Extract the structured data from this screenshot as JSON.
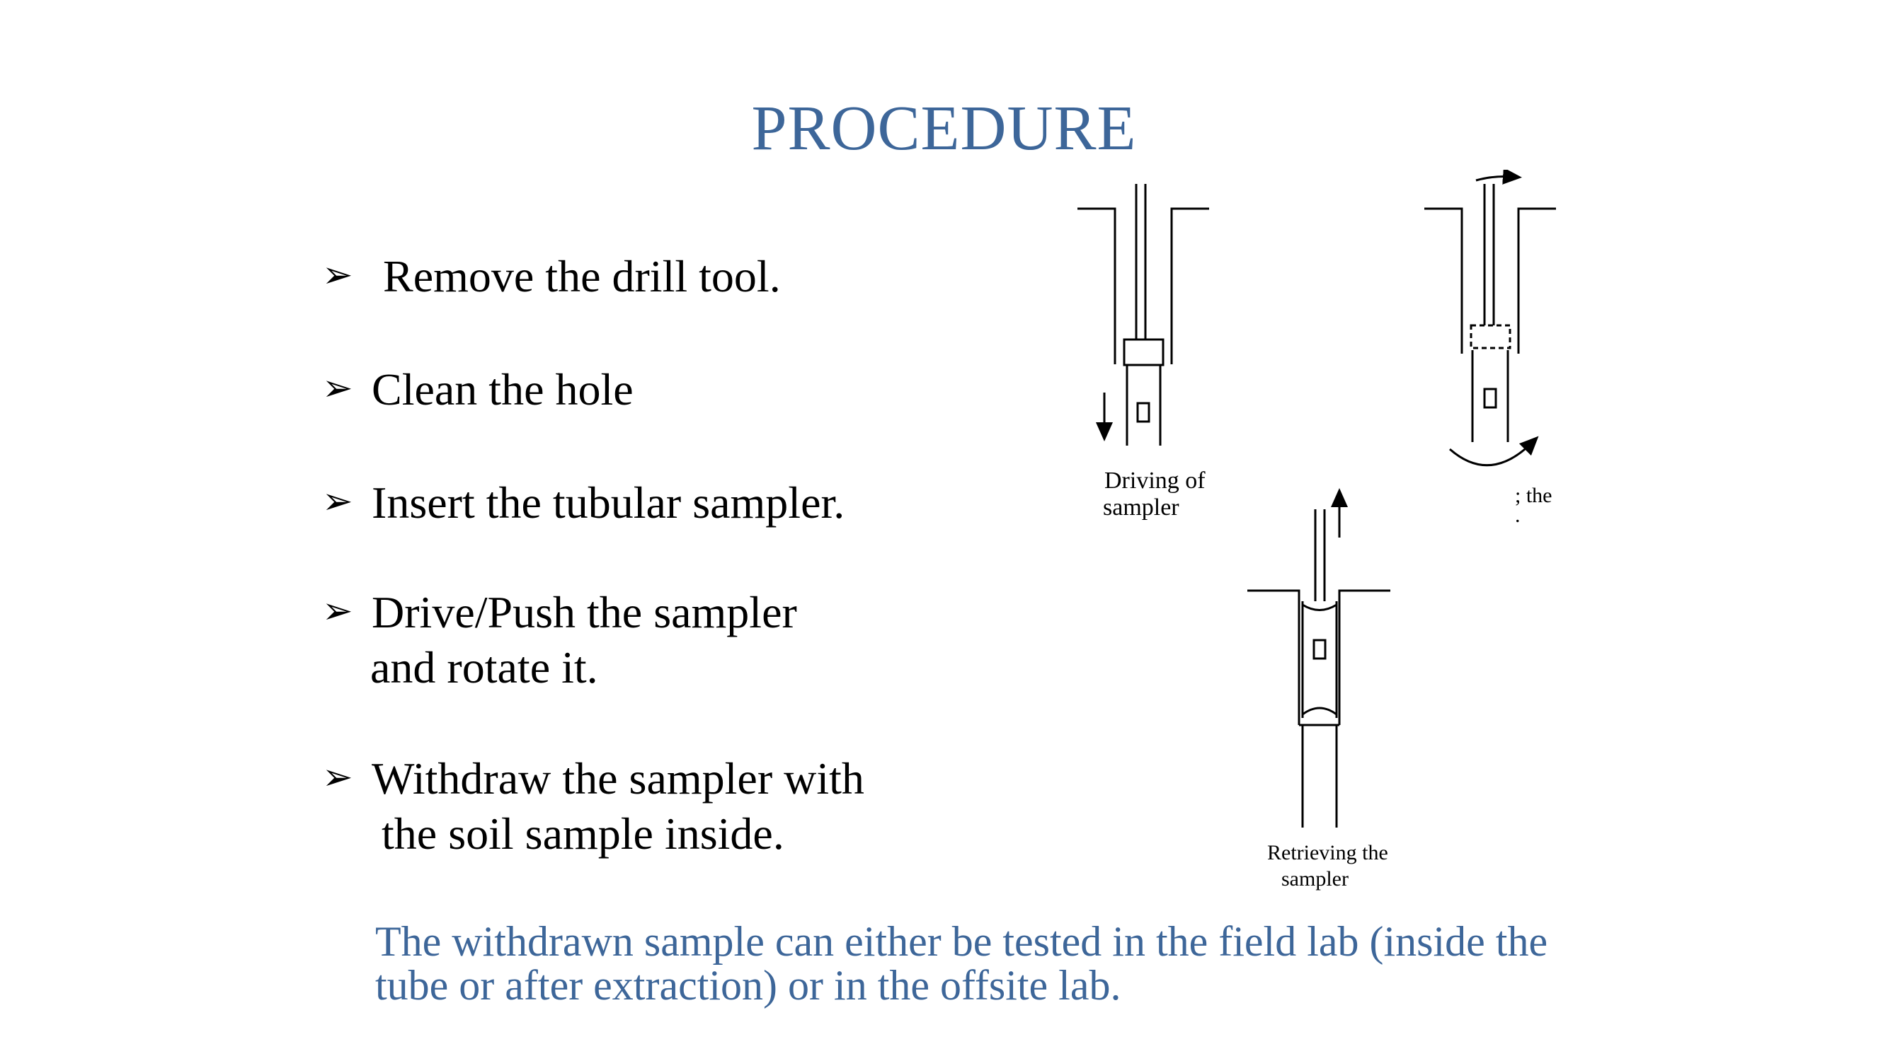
{
  "slide": {
    "title": "PROCEDURE",
    "bullets": [
      {
        "line1": " Remove the drill tool.",
        "line2": ""
      },
      {
        "line1": "Clean the hole",
        "line2": ""
      },
      {
        "line1": "Insert the tubular sampler.",
        "line2": ""
      },
      {
        "line1": "Drive/Push the sampler",
        "line2": "and rotate it."
      },
      {
        "line1": "Withdraw the sampler with",
        "line2": "the soil sample inside."
      }
    ],
    "bullet_glyph": "➢",
    "note": "The withdrawn sample can either be tested in the field lab (inside the tube or after extraction) or in the offsite lab."
  },
  "diagram": {
    "driving": {
      "line1": "Driving of",
      "line2": "sampler"
    },
    "rotating": {
      "line1": "; the",
      "line2": "."
    },
    "retrieving": {
      "line1": "Retrieving the",
      "line2": "sampler"
    }
  }
}
